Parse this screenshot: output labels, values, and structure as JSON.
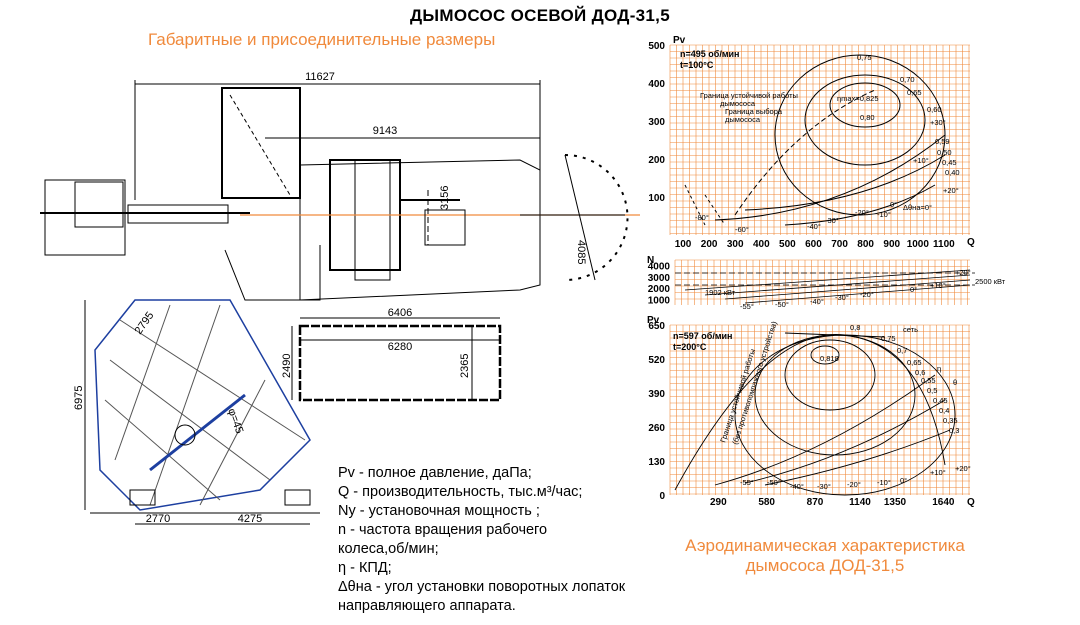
{
  "title": "ДЫМОСОС ОСЕВОЙ ДОД-31,5",
  "dims_subtitle": "Габаритные и присоединительные размеры",
  "aero_caption": [
    "Аэродинамическая характеристика",
    "дымососа ДОД-31,5"
  ],
  "drawing": {
    "dims": [
      "11627",
      "9143",
      "3156",
      "4085",
      "6406",
      "6280",
      "2490",
      "2365",
      "2795",
      "6975",
      "2770",
      "4275",
      "φ=45"
    ]
  },
  "legend": [
    "Pv - полное давление, даПа;",
    "Q - производительность, тыс.м³/час;",
    "Ny - установочная мощность ;",
    "n - частота вращения рабочего",
    "колеса,об/мин;",
    "η - КПД;",
    "Δθна - угол установки поворотных лопаток",
    "направляющего аппарата."
  ],
  "chart_data": [
    {
      "type": "line",
      "pv_label": "Pv",
      "q_label": "Q",
      "info": [
        "n=495 об/мин",
        "t=100°C"
      ],
      "x_ticks": [
        "100",
        "200",
        "300",
        "400",
        "500",
        "600",
        "700",
        "800",
        "900",
        "1000",
        "1100"
      ],
      "y_ticks": [
        "100",
        "200",
        "300",
        "400",
        "500"
      ],
      "xlim": [
        50,
        1200
      ],
      "ylim": [
        0,
        500
      ],
      "annotations": [
        "Граница устойчивой работы",
        "дымососа",
        "Граница выбора",
        "дымососа",
        "ηmax=0,825",
        "Δθна=0°"
      ],
      "efficiency_labels": [
        "0,75",
        "0,70",
        "0,65",
        "0,60",
        "0,80",
        "0,59",
        "0,50",
        "0,45",
        "0,40"
      ],
      "angle_labels": [
        "+30°",
        "+20°",
        "+10°",
        "0°",
        "-10°",
        "-20°",
        "-30°",
        "-40°",
        "-60°",
        "-80°"
      ]
    },
    {
      "type": "line",
      "n_label": "N",
      "y_ticks": [
        "4000",
        "3000",
        "2000",
        "1000"
      ],
      "ylim": [
        500,
        4500
      ],
      "annotations": [
        "1902 кВт",
        "2500 кВт"
      ],
      "angle_labels": [
        "+20°",
        "+10°",
        "0°",
        "-20°",
        "-30°",
        "-40°",
        "-50°",
        "-55°"
      ]
    },
    {
      "type": "line",
      "pv_label": "Pv",
      "q_label": "Q",
      "info": [
        "n=597 об/мин",
        "t=200°C"
      ],
      "x_ticks": [
        "290",
        "580",
        "870",
        "1140",
        "1350",
        "1640"
      ],
      "y_ticks": [
        "650",
        "520",
        "390",
        "260",
        "130",
        "0"
      ],
      "xlim": [
        0,
        1800
      ],
      "ylim": [
        0,
        650
      ],
      "annotations": [
        "Граница устойчивой работы",
        "(без противопомпажного устройства)",
        "сеть",
        "η",
        "θ"
      ],
      "efficiency_labels": [
        "0,8",
        "0,818",
        "0,75",
        "0,7",
        "0,65",
        "0,6",
        "0,55",
        "0,5",
        "0,45",
        "0,4",
        "0,35",
        "0,3"
      ],
      "angle_labels": [
        "+20°",
        "+10°",
        "0°",
        "-10°",
        "-20°",
        "-30°",
        "-40°",
        "-50°",
        "-55°"
      ]
    }
  ],
  "colors": {
    "grid": "#f08a3c",
    "accent": "#f08a3c",
    "frame": "#2a4f9e"
  }
}
